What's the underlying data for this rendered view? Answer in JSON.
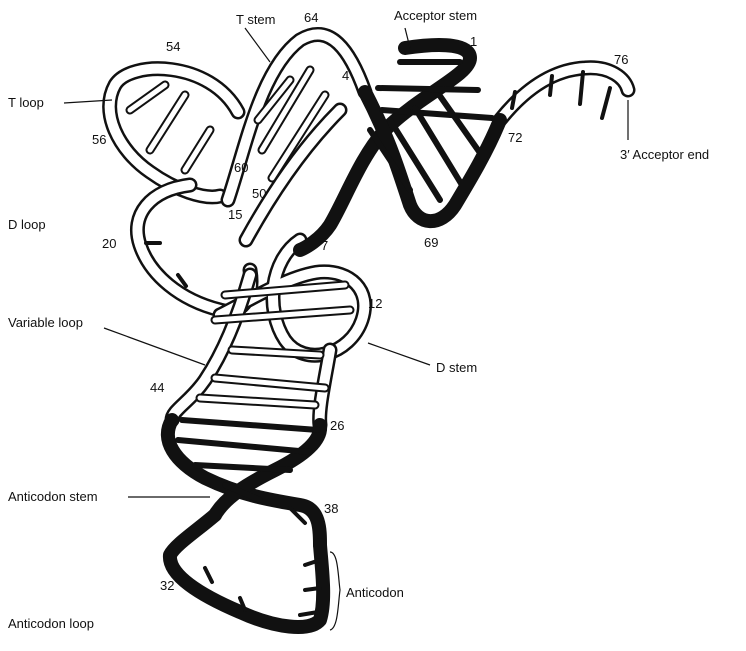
{
  "labels": {
    "acceptor_stem": "Acceptor stem",
    "acceptor_end": "3′ Acceptor end",
    "t_stem": "T stem",
    "t_loop": "T loop",
    "d_loop": "D loop",
    "variable_loop": "Variable loop",
    "d_stem": "D stem",
    "anticodon_stem": "Anticodon stem",
    "anticodon_loop": "Anticodon loop",
    "anticodon": "Anticodon"
  },
  "positions": {
    "n1": "1",
    "n4": "4",
    "n7": "7",
    "n12": "12",
    "n15": "15",
    "n20": "20",
    "n26": "26",
    "n32": "32",
    "n38": "38",
    "n44": "44",
    "n50": "50",
    "n54": "54",
    "n56": "56",
    "n60": "60",
    "n64": "64",
    "n69": "69",
    "n72": "72",
    "n76": "76"
  }
}
